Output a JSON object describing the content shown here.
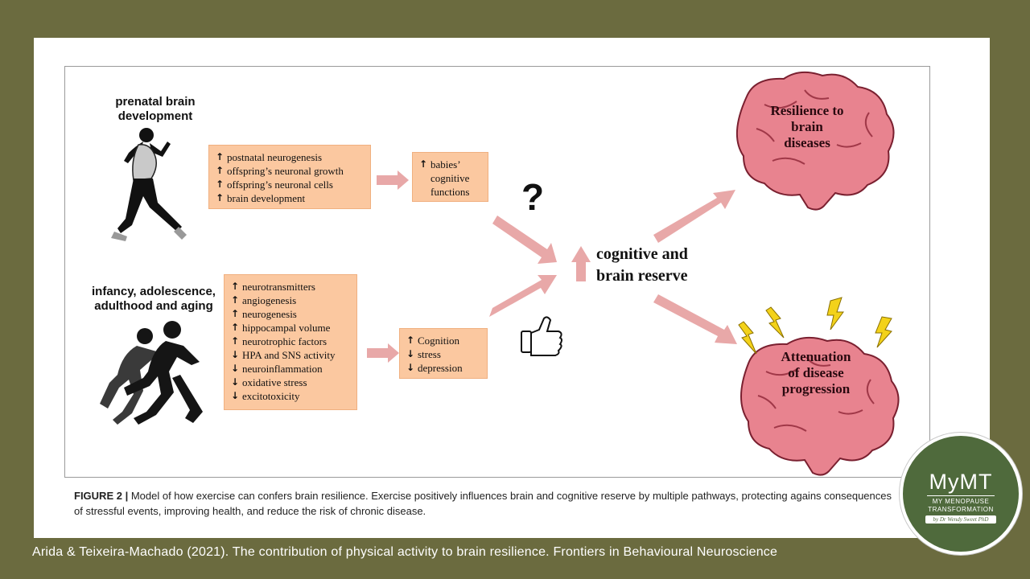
{
  "labels": {
    "prenatal": "prenatal brain development",
    "infancy": "infancy, adolescence, adulthood and aging"
  },
  "box_prenatal": {
    "items": [
      {
        "dir": "up",
        "text": "postnatal neurogenesis"
      },
      {
        "dir": "up",
        "text": "offspring’s neuronal growth"
      },
      {
        "dir": "up",
        "text": "offspring’s neuronal cells"
      },
      {
        "dir": "up",
        "text": "brain development"
      }
    ]
  },
  "box_babies": {
    "items": [
      {
        "dir": "up",
        "text": "babies’"
      },
      {
        "dir": "none",
        "text": "cognitive"
      },
      {
        "dir": "none",
        "text": "functions"
      }
    ]
  },
  "box_lifespan": {
    "items": [
      {
        "dir": "up",
        "text": "neurotransmitters"
      },
      {
        "dir": "up",
        "text": "angiogenesis"
      },
      {
        "dir": "up",
        "text": "neurogenesis"
      },
      {
        "dir": "up",
        "text": "hippocampal volume"
      },
      {
        "dir": "up",
        "text": "neurotrophic factors"
      },
      {
        "dir": "down",
        "text": "HPA and SNS activity"
      },
      {
        "dir": "down",
        "text": "neuroinflammation"
      },
      {
        "dir": "down",
        "text": "oxidative stress"
      },
      {
        "dir": "down",
        "text": "excitotoxicity"
      }
    ]
  },
  "box_cognition": {
    "items": [
      {
        "dir": "up",
        "text": "Cognition"
      },
      {
        "dir": "down",
        "text": "stress"
      },
      {
        "dir": "down",
        "text": "depression"
      }
    ]
  },
  "question_mark": "?",
  "center": {
    "line1": "cognitive and",
    "line2": "brain reserve"
  },
  "brain_top": {
    "line1": "Resilience to",
    "line2": "brain",
    "line3": "diseases"
  },
  "brain_bottom": {
    "line1": "Attenuation",
    "line2": "of disease",
    "line3": "progression"
  },
  "caption": {
    "label": "FIGURE 2 |",
    "text": "Model of how exercise can confers brain resilience. Exercise positively influences brain and cognitive reserve by multiple pathways, protecting agains consequences of stressful events, improving health, and reduce the risk of chronic disease."
  },
  "citation": "Arida & Teixeira-Machado (2021). The contribution of physical activity to brain resilience. Frontiers in Behavioural Neuroscience",
  "logo": {
    "title": "MyMT",
    "sub1": "MY MENOPAUSE",
    "sub2": "TRANSFORMATION",
    "byline": "by Dr Wendy Sweet PhD"
  },
  "colors": {
    "background": "#6b6b3f",
    "box_fill": "#fbc8a0",
    "arrow": "#e8a8a8",
    "brain": "#e8838f",
    "bolt": "#f3d21a",
    "logo_green": "#4f6a3c"
  }
}
